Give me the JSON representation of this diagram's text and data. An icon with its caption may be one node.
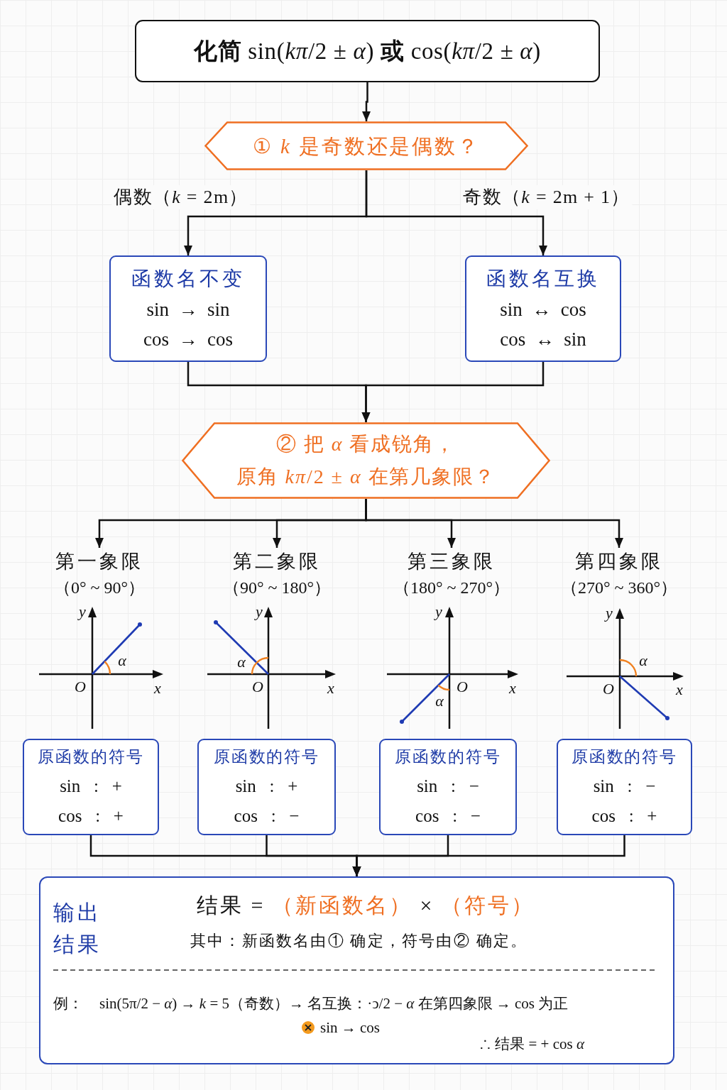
{
  "diagram": {
    "nodes": [
      {
        "text": [
          "**化简** sin(*kπ*/2 ± *α*) **或** cos(*kπ*/2 ± *α*)"
        ]
      },
      {
        "text": [
          "① *k* 是奇数还是偶数？"
        ]
      },
      {
        "text": [
          "函数名不变",
          "sin → sin",
          "cos → cos"
        ]
      },
      {
        "text": [
          "函数名互换",
          "sin ↔ cos",
          "cos ↔ sin"
        ]
      },
      {
        "text": [
          "② 把 *α* 看成锐角，",
          "原角 *kπ*/2 ± *α* 在第几象限？"
        ]
      },
      {
        "text": [
          "第一象限",
          "（0° ~ 90°）"
        ]
      },
      {
        "text": [
          "第二象限",
          "（90° ~ 180°）"
        ]
      },
      {
        "text": [
          "第三象限",
          "（180° ~ 270°）"
        ]
      },
      {
        "text": [
          "第四象限",
          "（270° ~ 360°）"
        ]
      },
      {
        "text": [
          "原函数的符号",
          "sin : +",
          "cos : +"
        ]
      },
      {
        "text": [
          "原函数的符号",
          "sin : +",
          "cos : −"
        ]
      },
      {
        "text": [
          "原函数的符号",
          "sin : −",
          "cos : −"
        ]
      },
      {
        "text": [
          "原函数的符号",
          "sin : −",
          "cos : +"
        ]
      },
      {
        "text": [
          "输出结果",
          "结果 =",
          "（新函数名）",
          "×",
          "（符号）",
          "其中：新函数名由① 确定，符号由② 确定。",
          "例：",
          "sin(5π/2 − *α*) → *k* = 5（奇数）→ 名互换：·ↄ/2 − *α* 在第四象限 → cos 为正",
          "sin → cos",
          "∴ 结果 = + cos *α*"
        ]
      }
    ],
    "edges": [
      {
        "from": 0,
        "to": 1,
        "arrow": "to"
      },
      {
        "from": 1,
        "to": 2,
        "arrow": "to",
        "label": "偶数（*k* = 2m）"
      },
      {
        "from": 1,
        "to": 3,
        "arrow": "to",
        "label": "奇数（*k* = 2m + 1）"
      },
      {
        "from": 2,
        "to": 4,
        "arrow": "to"
      },
      {
        "from": 3,
        "to": 4,
        "arrow": "to"
      },
      {
        "from": 4,
        "to": 5,
        "arrow": "to"
      },
      {
        "from": 4,
        "to": 6,
        "arrow": "to"
      },
      {
        "from": 4,
        "to": 7,
        "arrow": "to"
      },
      {
        "from": 4,
        "to": 8,
        "arrow": "to"
      },
      {
        "from": 9,
        "to": 13,
        "arrow": "to"
      },
      {
        "from": 10,
        "to": 13,
        "arrow": "to"
      },
      {
        "from": 11,
        "to": 13,
        "arrow": "to"
      },
      {
        "from": 12,
        "to": 13,
        "arrow": "to"
      }
    ],
    "labels": [
      "y",
      "α",
      "O",
      "x",
      "y",
      "α",
      "O",
      "x",
      "y",
      "O",
      "x",
      "α",
      "y",
      "α",
      "O",
      "x"
    ]
  }
}
